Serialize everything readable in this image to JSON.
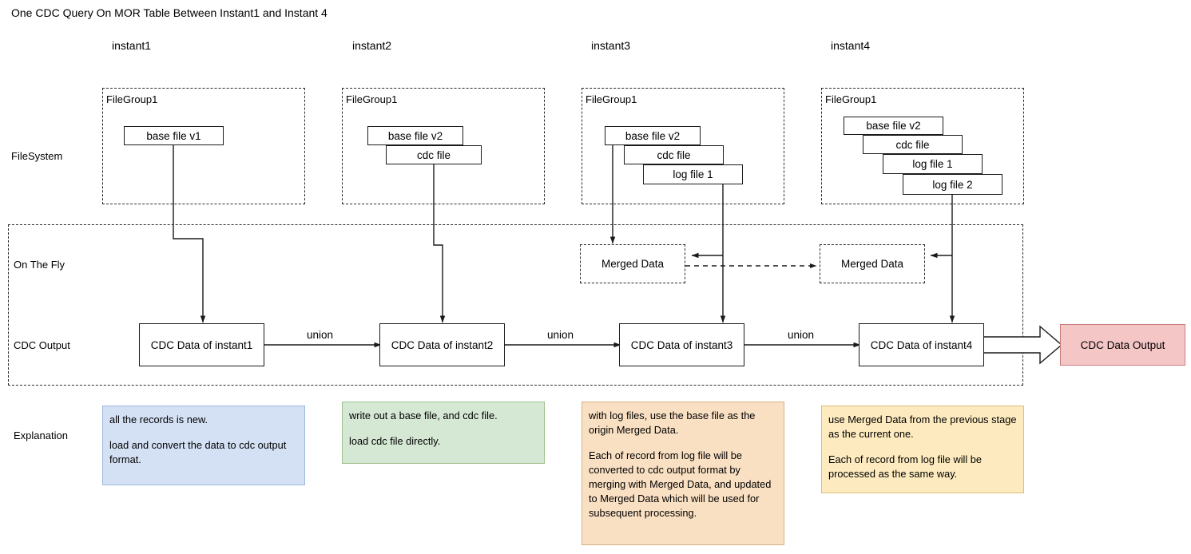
{
  "title": "One CDC Query On MOR Table Between Instant1 and Instant 4",
  "columns": [
    {
      "label": "instant1"
    },
    {
      "label": "instant2"
    },
    {
      "label": "instant3"
    },
    {
      "label": "instant4"
    }
  ],
  "rows": [
    {
      "label": "FileSystem"
    },
    {
      "label": "On The Fly"
    },
    {
      "label": "CDC Output"
    },
    {
      "label": "Explanation"
    }
  ],
  "filesystem": {
    "group_title": "FileGroup1",
    "groups": [
      {
        "files": [
          "base file v1"
        ]
      },
      {
        "files": [
          "base file v2",
          "cdc file"
        ]
      },
      {
        "files": [
          "base file v2",
          "cdc file",
          "log file 1"
        ]
      },
      {
        "files": [
          "base file v2",
          "cdc file",
          "log file 1",
          "log file 2"
        ]
      }
    ]
  },
  "onthefly": {
    "merged": [
      "Merged Data",
      "Merged Data"
    ]
  },
  "cdc_output": {
    "boxes": [
      "CDC Data of instant1",
      "CDC Data of instant2",
      "CDC Data of instant3",
      "CDC Data of instant4"
    ],
    "union_labels": [
      "union",
      "union",
      "union"
    ],
    "final_output": "CDC Data Output"
  },
  "explanations": [
    {
      "paragraphs": [
        "all the records is new.",
        "load and convert the data to cdc output format."
      ],
      "fill": "#d4e1f5",
      "border": "#9db8dd"
    },
    {
      "paragraphs": [
        "write out a base file, and cdc file.",
        "load cdc file directly."
      ],
      "fill": "#d5e8d4",
      "border": "#9ec08e"
    },
    {
      "paragraphs": [
        "with log files, use the base file as the origin Merged Data.",
        "Each of record from log file will be converted to cdc output format by merging with Merged Data, and updated to Merged Data which will be used for subsequent processing."
      ],
      "fill": "#fae0c3",
      "border": "#d6b183"
    },
    {
      "paragraphs": [
        "use Merged Data from the previous stage as the current one.",
        "Each of record from log file will be processed as the same way."
      ],
      "fill": "#fdebbf",
      "border": "#d9c07e"
    }
  ],
  "colors": {
    "output_fill": "#f5c6c6",
    "output_border": "#c77d7d",
    "stroke": "#1a1a1a",
    "dashed_stroke": "#2b2b2b"
  }
}
